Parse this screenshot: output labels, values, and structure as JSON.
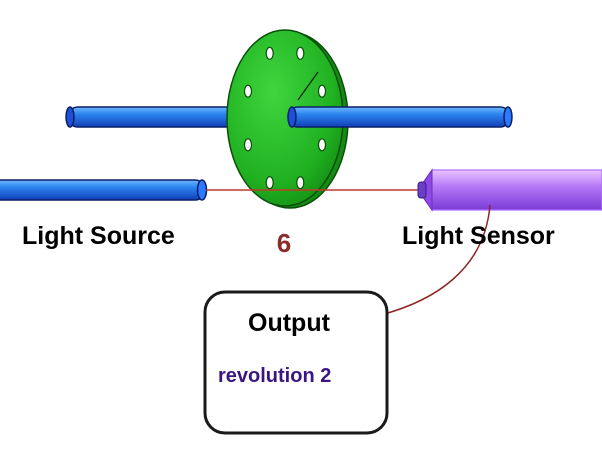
{
  "labels": {
    "light_source": "Light Source",
    "light_sensor": "Light Sensor",
    "count": "6",
    "output_title": "Output",
    "output_value": "revolution 2"
  },
  "disk": {
    "hole_count": 8
  },
  "colors": {
    "rod_blue": "#1e63e6",
    "rod_light": "#5aaaf5",
    "disk_green": "#22b522",
    "disk_dark": "#0f6e0f",
    "beam_red": "#c0392b",
    "sensor_purple": "#a45cf0",
    "count_red": "#8b2c2c",
    "output_text": "#3b1680",
    "lead_wire": "#8b2525"
  }
}
